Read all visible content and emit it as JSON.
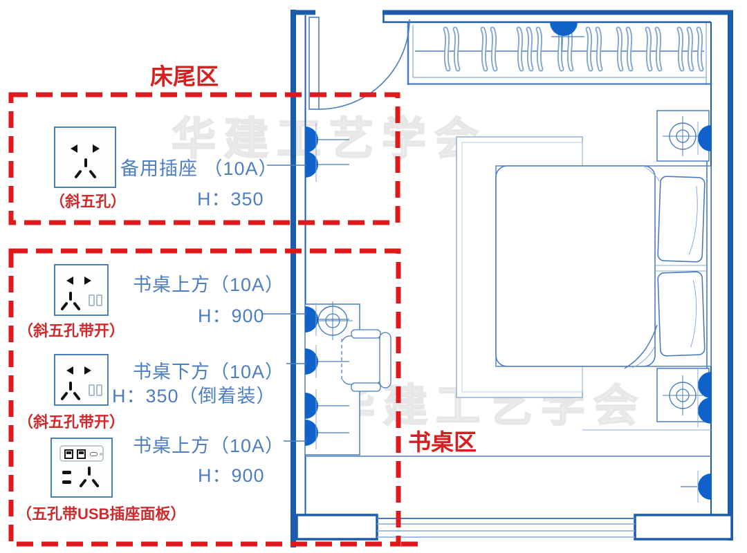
{
  "zones": {
    "bed_end_title": "床尾区",
    "desk_title": "书桌区"
  },
  "annotations": [
    {
      "icon": "socket-5hole-slant-icon",
      "caption": "（斜五孔）",
      "label": "备用插座 （10A）",
      "height": "H：350"
    },
    {
      "icon": "socket-5hole-slant-switch-icon",
      "caption": "（斜五孔带开）",
      "label": "书桌上方（10A）",
      "height": "H：900"
    },
    {
      "icon": "socket-5hole-slant-switch-icon",
      "caption": "（斜五孔带开）",
      "label": "书桌下方（10A）",
      "height": "H：350（倒着装）"
    },
    {
      "icon": "socket-5hole-usb-icon",
      "caption": "（五孔带USB插座面板）",
      "label": "书桌上方（10A）",
      "height": "H：900"
    }
  ],
  "watermark": "华建工艺学会",
  "colors": {
    "wall_blue": "#1d5cab",
    "line_blue": "#4a7cbd",
    "light_blue": "#85a9d8",
    "socket_fill": "#0f63c8",
    "red": "#de1a1c",
    "text_blue": "#4d7ec2",
    "text_red": "#cf2a2d"
  }
}
